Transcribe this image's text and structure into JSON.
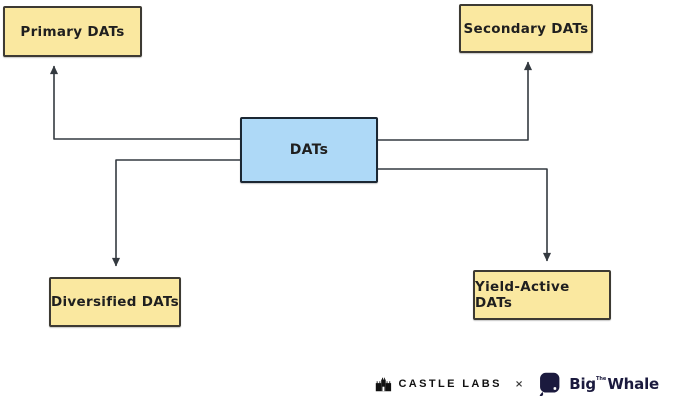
{
  "diagram": {
    "center_node": {
      "label": "DATs"
    },
    "nodes": [
      {
        "label": "Primary DATs",
        "position": "top-left"
      },
      {
        "label": "Secondary DATs",
        "position": "top-right"
      },
      {
        "label": "Diversified DATs",
        "position": "bottom-left"
      },
      {
        "label": "Yield-Active DATs",
        "position": "bottom-right"
      }
    ]
  },
  "colors": {
    "background": "#ffffff",
    "node_fill": "#fae8a0",
    "node_border": "#3d3a33",
    "center_fill": "#aed9f7",
    "center_border": "#1b2733",
    "arrow": "#343a40",
    "text": "#1f1f1f",
    "logo_black": "#111111",
    "logo_navy": "#1b1a3e"
  },
  "footer": {
    "castle_labs_label": "CASTLE LABS",
    "separator": "×",
    "big_whale": {
      "the": "The",
      "big": "Big",
      "whale": "Whale"
    },
    "icons": {
      "castle": "castle-icon",
      "whale": "whale-icon"
    }
  }
}
